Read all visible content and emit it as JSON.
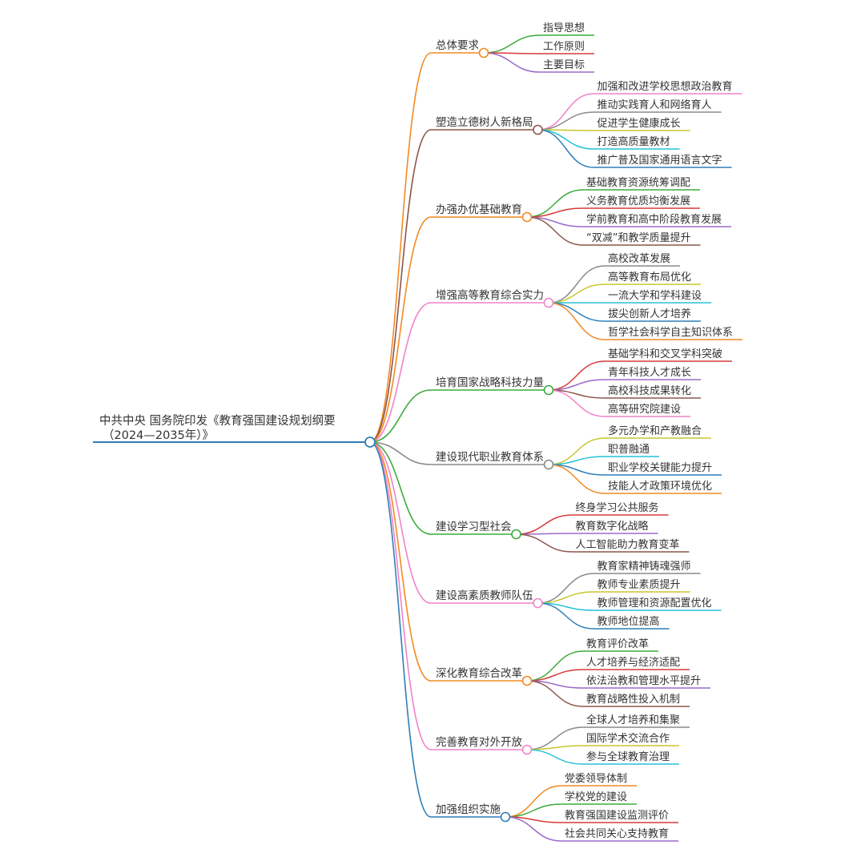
{
  "mindmap": {
    "root": {
      "lines": [
        "中共中央 国务院印发《教育强国建设规划纲要",
        "（2024—2035年）》"
      ],
      "color": "#2f7fb8"
    },
    "branches": [
      {
        "label": "总体要求",
        "color": "#f28a22",
        "children": [
          {
            "label": "指导思想",
            "color": "#3cab3c"
          },
          {
            "label": "工作原则",
            "color": "#d83a3a"
          },
          {
            "label": "主要目标",
            "color": "#9b6bc8"
          }
        ]
      },
      {
        "label": "塑造立德树人新格局",
        "color": "#8c564b",
        "children": [
          {
            "label": "加强和改进学校思想政治教育",
            "color": "#f083c9"
          },
          {
            "label": "推动实践育人和网络育人",
            "color": "#8a8a8a"
          },
          {
            "label": "促进学生健康成长",
            "color": "#c9c62f"
          },
          {
            "label": "打造高质量教材",
            "color": "#26c2d6"
          },
          {
            "label": "推广普及国家通用语言文字",
            "color": "#2f7fb8"
          }
        ]
      },
      {
        "label": "办强办优基础教育",
        "color": "#f28a22",
        "children": [
          {
            "label": "基础教育资源统筹调配",
            "color": "#3cab3c"
          },
          {
            "label": "义务教育优质均衡发展",
            "color": "#d83a3a"
          },
          {
            "label": "学前教育和高中阶段教育发展",
            "color": "#9b6bc8"
          },
          {
            "label": "“双减”和教学质量提升",
            "color": "#8c564b"
          }
        ]
      },
      {
        "label": "增强高等教育综合实力",
        "color": "#f083c9",
        "children": [
          {
            "label": "高校改革发展",
            "color": "#8a8a8a"
          },
          {
            "label": "高等教育布局优化",
            "color": "#c9c62f"
          },
          {
            "label": "一流大学和学科建设",
            "color": "#26c2d6"
          },
          {
            "label": "拔尖创新人才培养",
            "color": "#2f7fb8"
          },
          {
            "label": "哲学社会科学自主知识体系",
            "color": "#f28a22"
          }
        ]
      },
      {
        "label": "培育国家战略科技力量",
        "color": "#3cab3c",
        "children": [
          {
            "label": "基础学科和交叉学科突破",
            "color": "#d83a3a"
          },
          {
            "label": "青年科技人才成长",
            "color": "#9b6bc8"
          },
          {
            "label": "高校科技成果转化",
            "color": "#8c564b"
          },
          {
            "label": "高等研究院建设",
            "color": "#f083c9"
          }
        ]
      },
      {
        "label": "建设现代职业教育体系",
        "color": "#8a8a8a",
        "children": [
          {
            "label": "多元办学和产教融合",
            "color": "#c9c62f"
          },
          {
            "label": "职普融通",
            "color": "#26c2d6"
          },
          {
            "label": "职业学校关键能力提升",
            "color": "#2f7fb8"
          },
          {
            "label": "技能人才政策环境优化",
            "color": "#f28a22"
          }
        ]
      },
      {
        "label": "建设学习型社会",
        "color": "#3cab3c",
        "children": [
          {
            "label": "终身学习公共服务",
            "color": "#d83a3a"
          },
          {
            "label": "教育数字化战略",
            "color": "#9b6bc8"
          },
          {
            "label": "人工智能助力教育变革",
            "color": "#8c564b"
          }
        ]
      },
      {
        "label": "建设高素质教师队伍",
        "color": "#f083c9",
        "children": [
          {
            "label": "教育家精神铸魂强师",
            "color": "#8a8a8a"
          },
          {
            "label": "教师专业素质提升",
            "color": "#c9c62f"
          },
          {
            "label": "教师管理和资源配置优化",
            "color": "#26c2d6"
          },
          {
            "label": "教师地位提高",
            "color": "#2f7fb8"
          }
        ]
      },
      {
        "label": "深化教育综合改革",
        "color": "#f28a22",
        "children": [
          {
            "label": "教育评价改革",
            "color": "#3cab3c"
          },
          {
            "label": "人才培养与经济适配",
            "color": "#d83a3a"
          },
          {
            "label": "依法治教和管理水平提升",
            "color": "#9b6bc8"
          },
          {
            "label": "教育战略性投入机制",
            "color": "#8c564b"
          }
        ]
      },
      {
        "label": "完善教育对外开放",
        "color": "#f083c9",
        "children": [
          {
            "label": "全球人才培养和集聚",
            "color": "#8a8a8a"
          },
          {
            "label": "国际学术交流合作",
            "color": "#c9c62f"
          },
          {
            "label": "参与全球教育治理",
            "color": "#26c2d6"
          }
        ]
      },
      {
        "label": "加强组织实施",
        "color": "#2f7fb8",
        "children": [
          {
            "label": "党委领导体制",
            "color": "#f28a22"
          },
          {
            "label": "学校党的建设",
            "color": "#3cab3c"
          },
          {
            "label": "教育强国建设监测评价",
            "color": "#d83a3a"
          },
          {
            "label": "社会共同关心支持教育",
            "color": "#9b6bc8"
          }
        ]
      }
    ]
  }
}
